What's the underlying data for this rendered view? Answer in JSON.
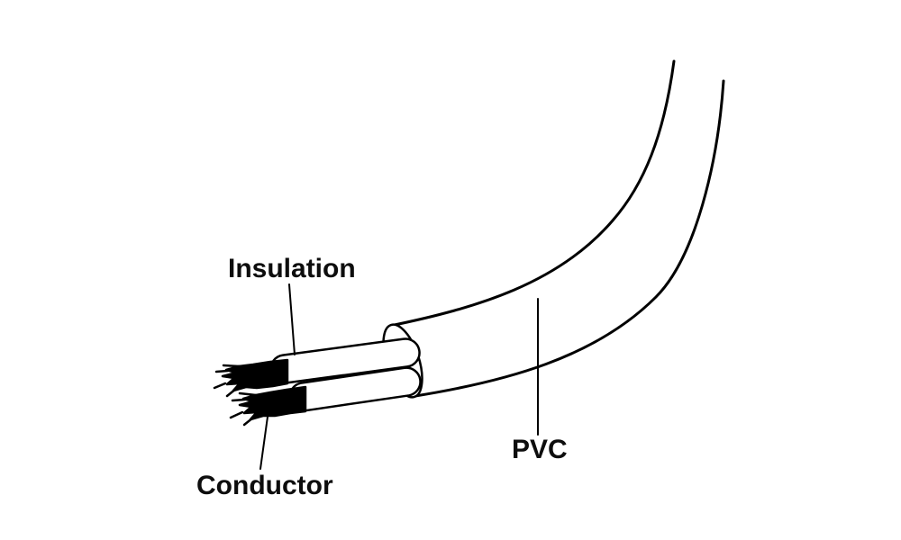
{
  "diagram": {
    "labels": {
      "insulation": "Insulation",
      "conductor": "Conductor",
      "pvc": "PVC"
    },
    "colors": {
      "line": "#000000",
      "fill": "#ffffff",
      "conductor": "#000000",
      "background": "#ffffff"
    }
  }
}
